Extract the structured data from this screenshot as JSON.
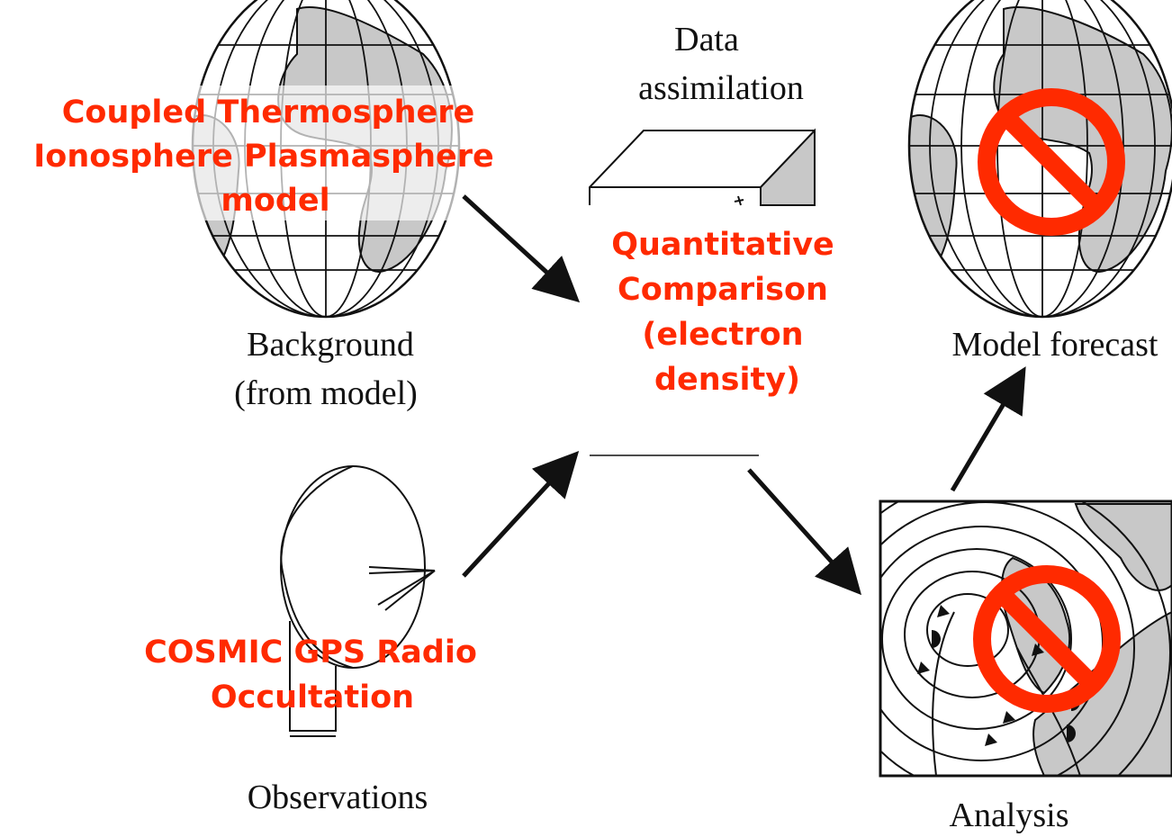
{
  "labels": {
    "data_assimilation": [
      "Data",
      "assimilation"
    ],
    "background": [
      "Background",
      "(from model)"
    ],
    "model_forecast": "Model forecast",
    "observations": "Observations",
    "analysis": "Analysis"
  },
  "overlays": {
    "model_name": [
      "Coupled Thermosphere",
      "Ionosphere Plasmasphere",
      "model"
    ],
    "comparison": [
      "Quantitative",
      "Comparison",
      "(electron",
      "density)"
    ],
    "observation_source": [
      "COSMIC GPS Radio",
      "Occultation"
    ]
  },
  "colors": {
    "overlay_red": "#ff2a00",
    "line": "#111111",
    "land": "#c8c8c8"
  },
  "icons": [
    "globe-icon",
    "box-icon",
    "satellite-dish-icon",
    "weather-map-icon",
    "prohibited-icon",
    "arrow-icon"
  ]
}
